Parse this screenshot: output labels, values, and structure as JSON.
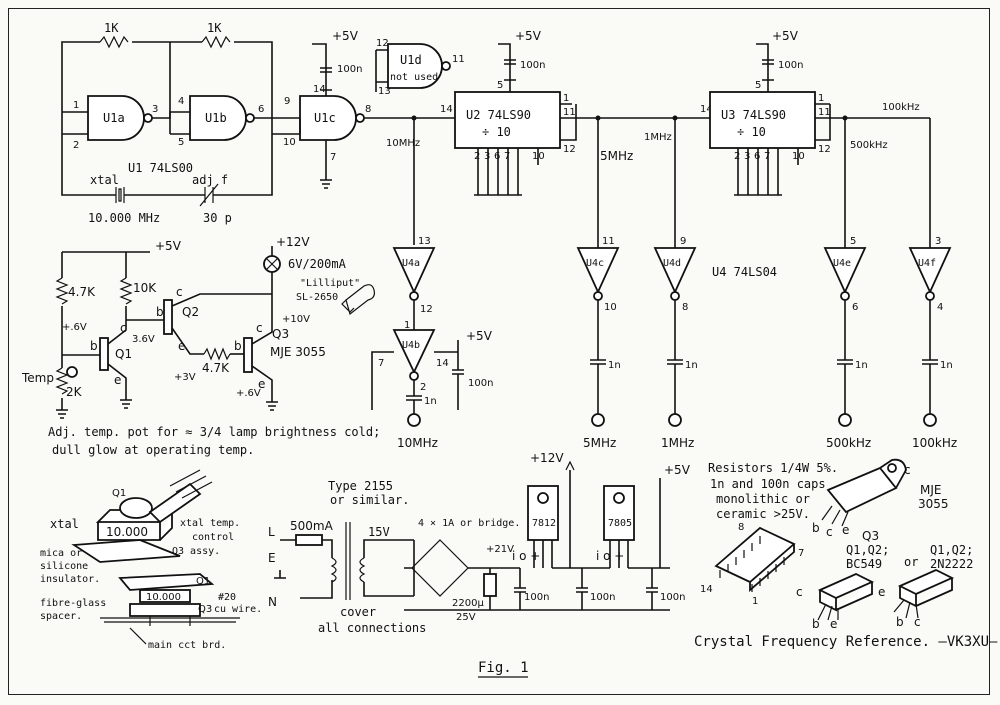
{
  "gates": {
    "u1a": "U1a",
    "u1b": "U1b",
    "u1c": "U1c",
    "u1d": "U1d",
    "u1d_note": "not used",
    "u4a": "U4a",
    "u4b": "U4b",
    "u4c": "U4c",
    "u4d": "U4d",
    "u4e": "U4e",
    "u4f": "U4f"
  },
  "chips": {
    "u1_label": "U1  74LS00",
    "u2_label": "U2  74LS90",
    "u3_label": "U3  74LS90",
    "divide": "÷   10",
    "u4_label": "U4  74LS04"
  },
  "pins": {
    "p1": "1",
    "p2": "2",
    "p3": "3",
    "p4": "4",
    "p5": "5",
    "p6": "6",
    "p7": "7",
    "p8": "8",
    "p9": "9",
    "p10": "10",
    "p11": "11",
    "p12": "12",
    "p13": "13",
    "p14": "14"
  },
  "supplies": {
    "v5": "+5V",
    "v12": "+12V",
    "v21": "+21V",
    "v10": "+10V",
    "v6": "+.6V",
    "v06": "+.6V",
    "v3": "+3V",
    "v36": "3.6V"
  },
  "freqs": {
    "f10": "10MHz",
    "f5": "5MHz",
    "f1": "1MHz",
    "f500": "500kHz",
    "f100": "100kHz"
  },
  "components": {
    "r1k": "1K",
    "xtal": "xtal",
    "xtal_freq": "10.000 MHz",
    "adj": "adj  f",
    "trim": "30 p",
    "cap100n": "100n",
    "cap1n": "1n",
    "r47k": "4.7K",
    "r10k": "10K",
    "temp": "Temp",
    "r2k": "2K",
    "q1": "Q1",
    "q2": "Q2",
    "q3": "Q3",
    "q3_part": "MJE 3055",
    "lamp": "6V/200mA",
    "lilliput": "\"Lilliput\"",
    "lamp_part": "SL-2650",
    "adj_note_1": "Adj. temp. pot for ≈ 3/4 lamp brightness cold;",
    "adj_note_2": "dull glow at operating temp."
  },
  "power": {
    "transformer": "Type 2155",
    "transformer_2": "or similar.",
    "fuse": "500mA",
    "l": "L",
    "e": "E",
    "n": "N",
    "sec": "15V",
    "bridge": "4 × 1A or bridge.",
    "bigcap": "2200µ",
    "bigcap_v": "25V",
    "reg1": "7812",
    "reg2": "7805",
    "cover_1": "cover",
    "cover_2": "all connections",
    "io": "i  o  +"
  },
  "assembly": {
    "xtal": "xtal",
    "xtal_freq": "10.000",
    "mica_1": "mica or",
    "mica_2": "silicone",
    "mica_3": "insulator.",
    "control_1": "xtal temp.",
    "control_2": "control",
    "control_3": "Q3 assy.",
    "fibre_1": "fibre-glass",
    "fibre_2": "spacer.",
    "wire_1": "#20",
    "wire_2": "cu wire.",
    "main": "main cct brd."
  },
  "notes": {
    "resistors": "Resistors 1/4W 5%.",
    "caps_1": "1n and 100n caps",
    "caps_2": "monolithic or",
    "caps_3": "ceramic >25V.",
    "q12_a": "Q1,Q2;",
    "q12_a2": "BC549",
    "or": "or",
    "q12_b": "Q1,Q2;",
    "q12_b2": "2N2222",
    "mje": "MJE",
    "mje2": "3055",
    "title": "Crystal Frequency Reference.  —VK3XU—",
    "fig": "Fig. 1"
  }
}
